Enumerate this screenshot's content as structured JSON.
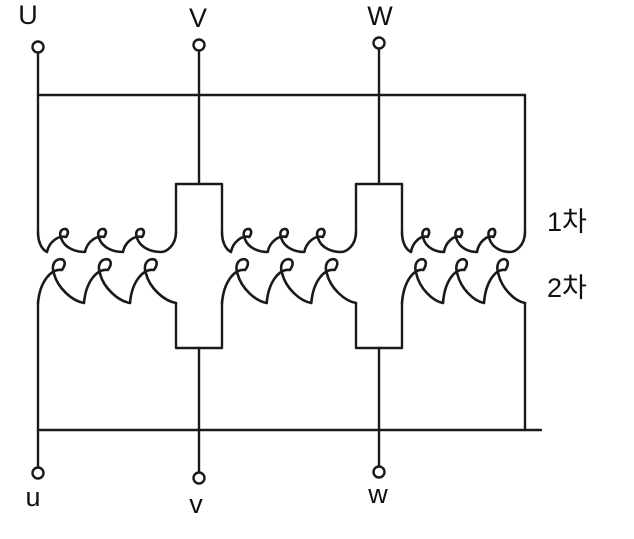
{
  "diagram": {
    "title": "three-phase-transformer-delta-delta-connection",
    "terminals": {
      "U": "U",
      "V": "V",
      "W": "W",
      "u": "u",
      "v": "v",
      "w": "w"
    },
    "windings": {
      "primary_label": "1차",
      "secondary_label": "2차"
    },
    "colors": {
      "line": "#1a1a1a",
      "background": "#ffffff"
    }
  }
}
